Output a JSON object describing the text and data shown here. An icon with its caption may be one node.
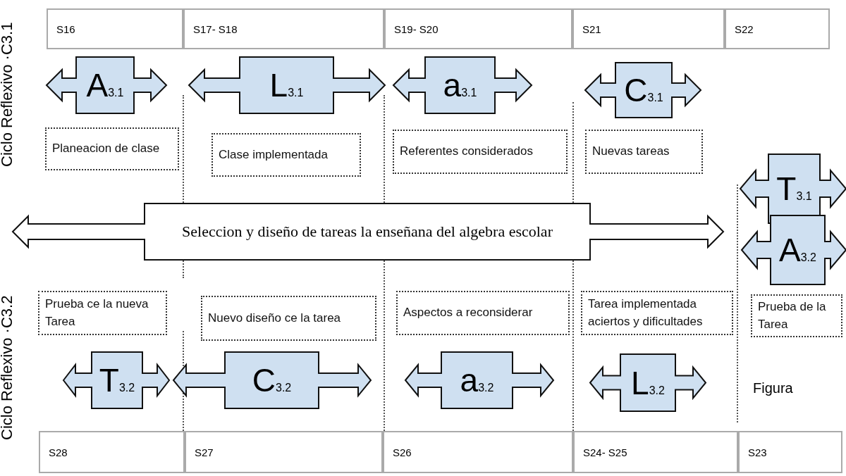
{
  "diagram": {
    "nodes": [
      {
        "text": [
          "A$_{3.1}$"
        ]
      },
      {
        "text": [
          "L$_{3.1}$"
        ]
      },
      {
        "text": [
          "a$_{3.1}$"
        ]
      },
      {
        "text": [
          "C$_{3.1}$"
        ]
      },
      {
        "text": [
          "Planeacion de clase"
        ]
      },
      {
        "text": [
          "Clase implementada"
        ]
      },
      {
        "text": [
          "Referentes considerados"
        ]
      },
      {
        "text": [
          "Nuevas tareas"
        ]
      },
      {
        "text": [
          "T$_{3.1}$"
        ]
      },
      {
        "text": [
          "Seleccion y diseño de tareas la enseñana del algebra escolar"
        ]
      },
      {
        "text": [
          "A$_{3.2}$"
        ]
      },
      {
        "text": [
          "Prueba ce la nueva Tarea"
        ]
      },
      {
        "text": [
          "Nuevo diseño ce la tarea"
        ]
      },
      {
        "text": [
          "Aspectos a reconsiderar"
        ]
      },
      {
        "text": [
          "Tarea implementada aciertos y dificultades"
        ]
      },
      {
        "text": [
          "Prueba de la Tarea"
        ]
      },
      {
        "text": [
          "T$_{3.2}$"
        ]
      },
      {
        "text": [
          "C$_{3.2}$"
        ]
      },
      {
        "text": [
          "a$_{3.2}$"
        ]
      },
      {
        "text": [
          "L$_{3.2}$"
        ]
      }
    ],
    "edges": [],
    "labels": [
      "Ciclo Reflexivo ·C3.1",
      "S16",
      "S17- S18",
      "S19- S20",
      "S21",
      "S22",
      "Ciclo Reflexivo ·C3.2",
      "Figura",
      "S28",
      "S27",
      "S26",
      "S24- S25",
      "S23"
    ]
  }
}
